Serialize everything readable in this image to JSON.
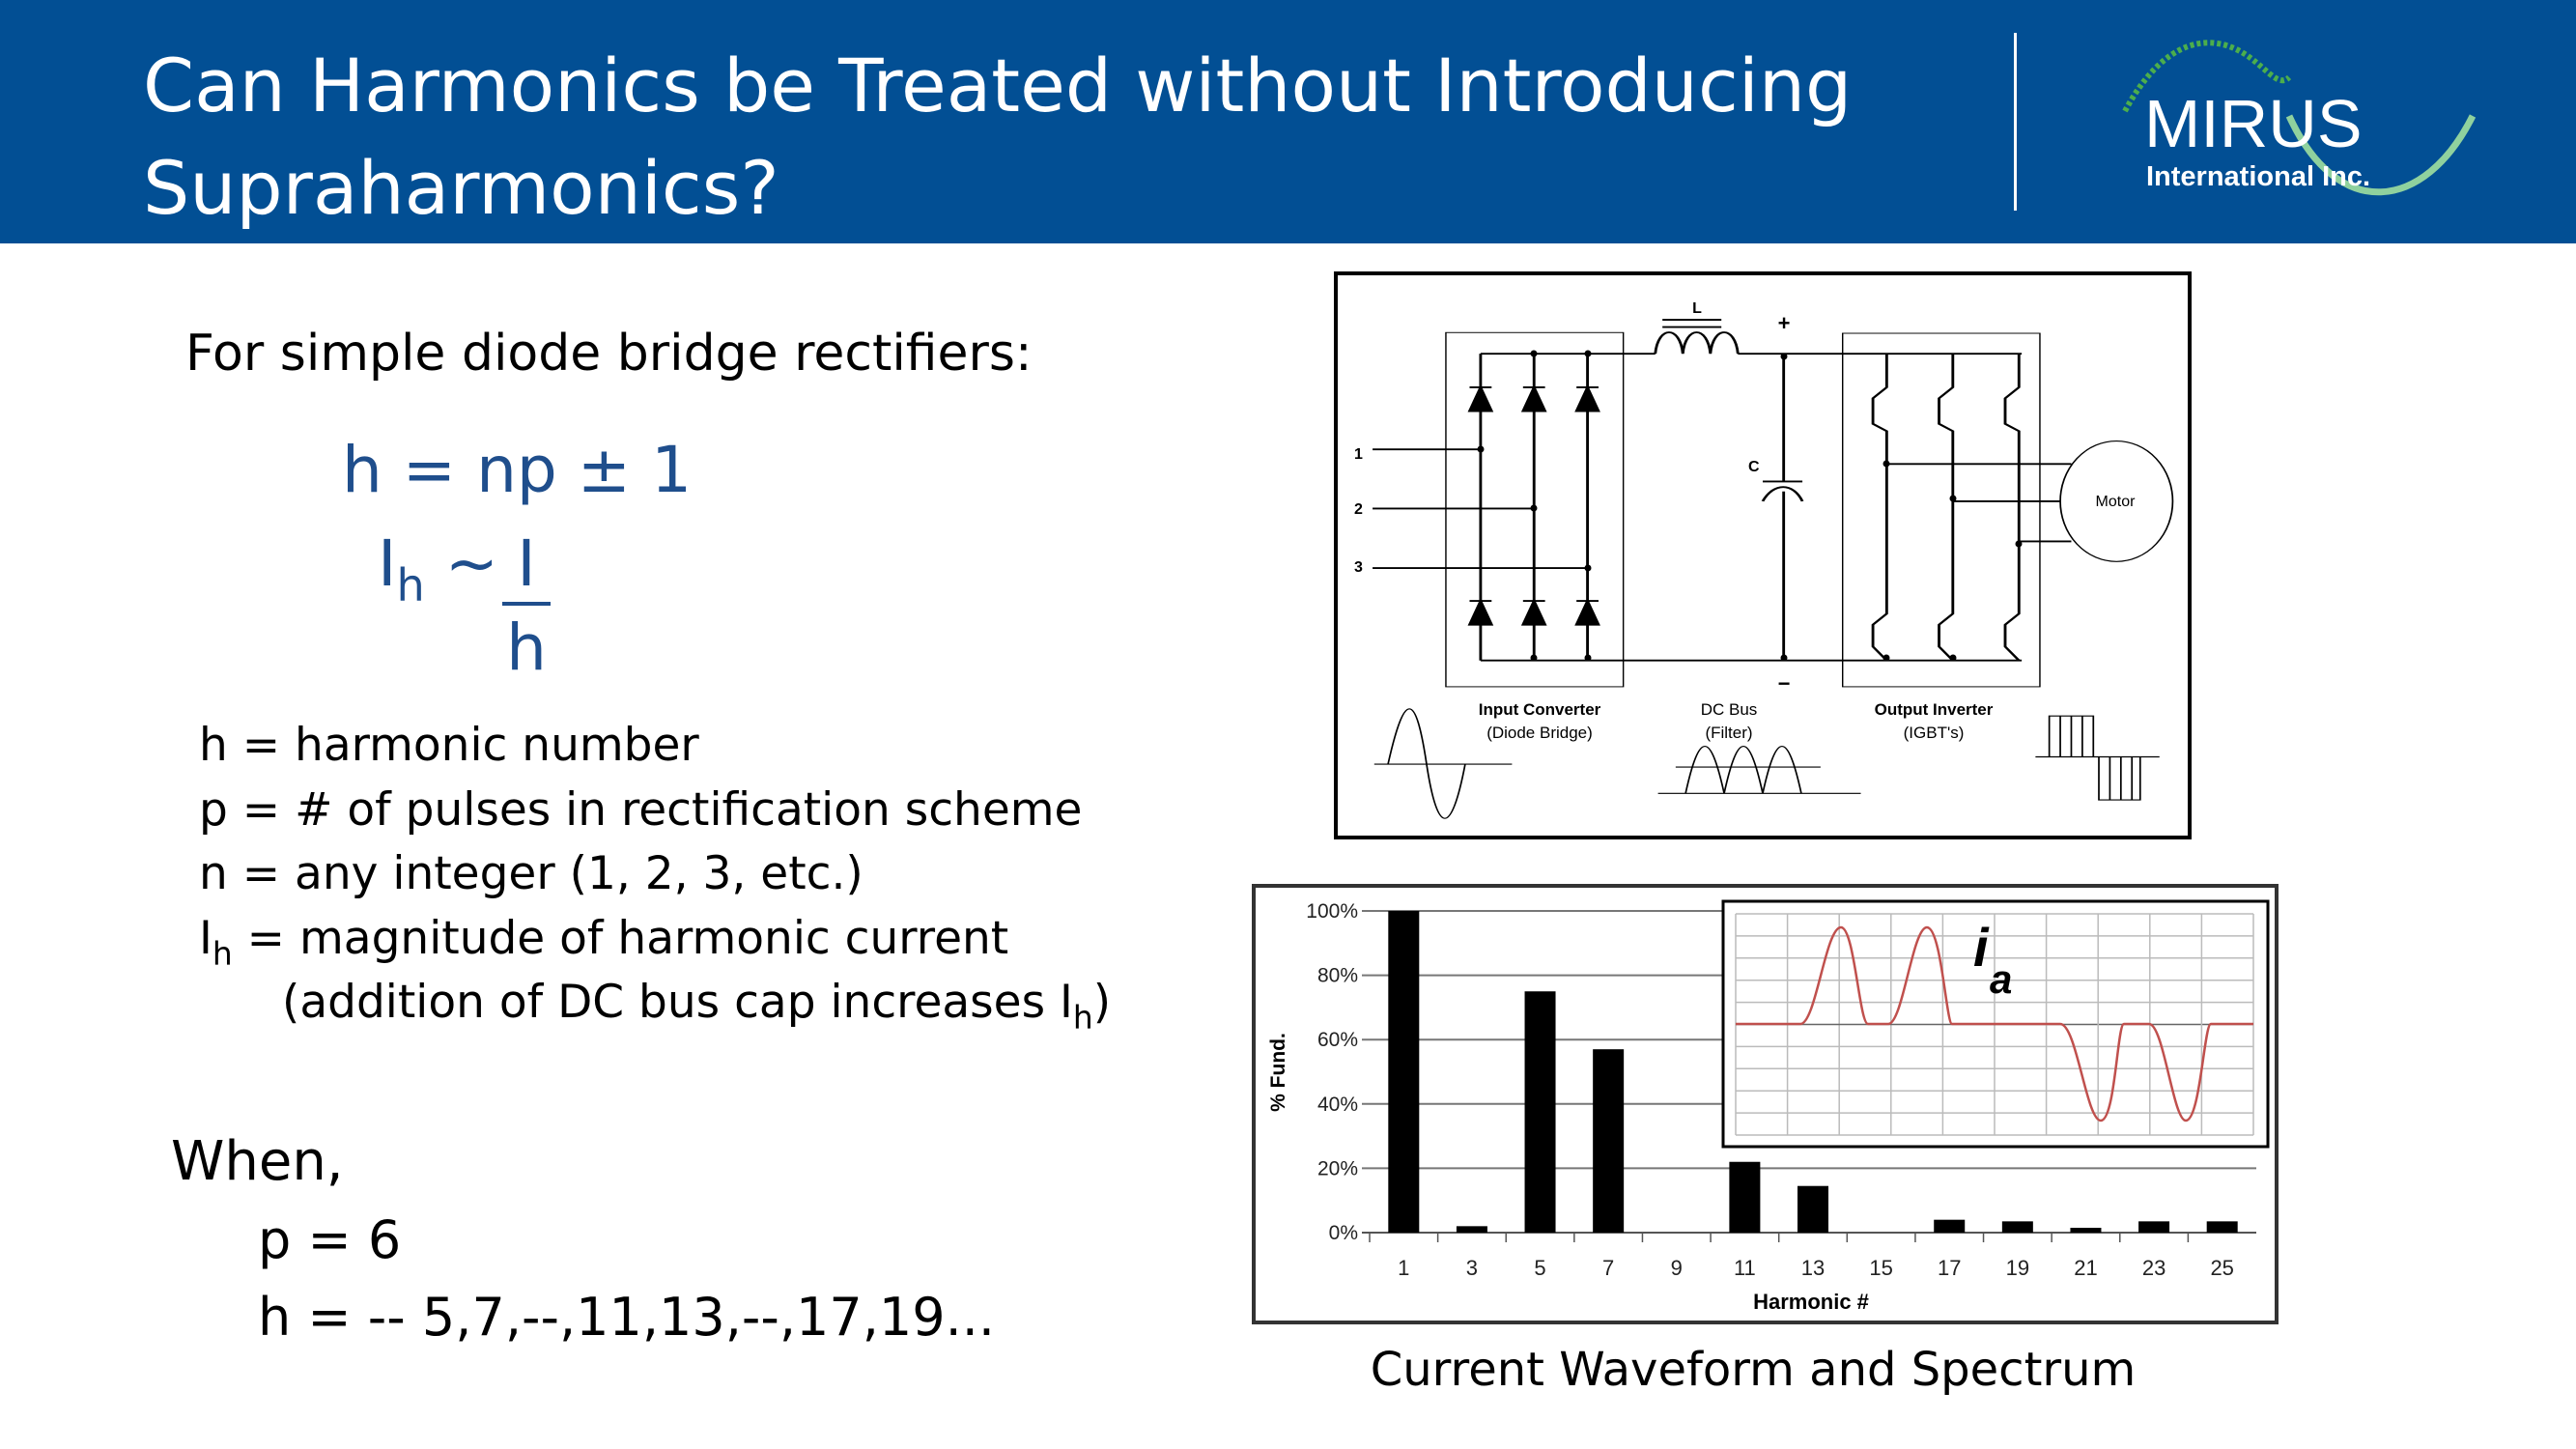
{
  "header": {
    "title": "Can Harmonics be Treated without Introducing Supraharmonics?",
    "logo_text": "MIRUS",
    "logo_sub": "International Inc."
  },
  "left": {
    "intro": "For simple diode bridge rectifiers:",
    "formula1": "h = np ± 1",
    "formula2_lhs": "I",
    "formula2_sub": "h",
    "formula2_op": "~",
    "formula2_num": "I",
    "formula2_den": "h",
    "definitions": [
      {
        "sym": "h",
        "text": " = harmonic number"
      },
      {
        "sym": "p",
        "text": " = # of pulses in rectification scheme"
      },
      {
        "sym": "n",
        "text": " = any integer (1, 2, 3, etc.)"
      },
      {
        "sym": "I",
        "sub": "h",
        "text": " = magnitude of harmonic current"
      }
    ],
    "note_pre": "(addition of DC bus cap increases I",
    "note_sub": "h",
    "note_post": ")",
    "when": "When,",
    "p_value": "p = 6",
    "h_series": "h = -- 5,7,--,11,13,--,17,19..."
  },
  "circuit": {
    "inputs": [
      "1",
      "2",
      "3"
    ],
    "inductor": "L",
    "capacitor": "C",
    "plus": "+",
    "minus": "−",
    "motor": "Motor",
    "sections": [
      {
        "title": "Input Converter",
        "sub": "(Diode Bridge)"
      },
      {
        "title": "DC Bus",
        "sub": "(Filter)"
      },
      {
        "title": "Output Inverter",
        "sub": "(IGBT's)"
      }
    ]
  },
  "chart_data": {
    "type": "bar",
    "categories": [
      "1",
      "3",
      "5",
      "7",
      "9",
      "11",
      "13",
      "15",
      "17",
      "19",
      "21",
      "23",
      "25"
    ],
    "values": [
      100,
      2,
      75,
      57,
      0,
      22,
      14.5,
      0,
      4,
      3.5,
      1.5,
      3.5,
      3.5
    ],
    "xlabel": "Harmonic #",
    "ylabel": "% Fund.",
    "ylim": [
      0,
      100
    ],
    "yticks": [
      "0%",
      "20%",
      "40%",
      "60%",
      "80%",
      "100%"
    ],
    "grid": true,
    "inset_label": "i",
    "inset_sub": "a",
    "bar_color": "#000000",
    "wave_color": "#c0504d"
  },
  "caption": "Current Waveform and Spectrum"
}
